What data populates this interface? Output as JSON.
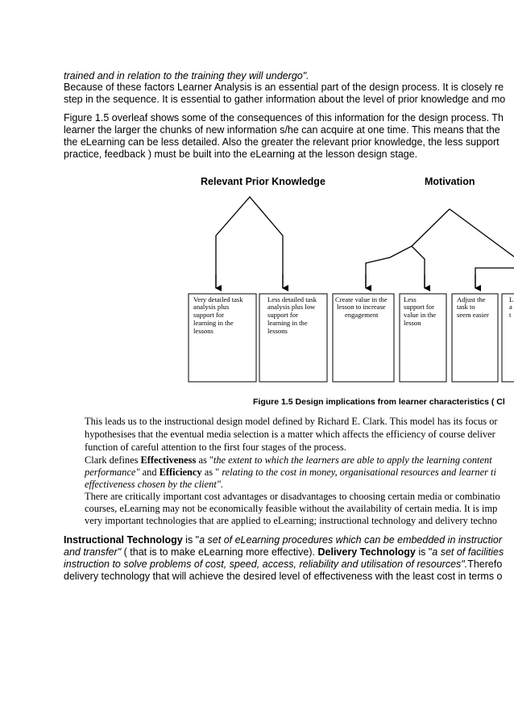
{
  "intro": {
    "l1": "trained and in relation to the training they will undergo\".",
    "l2": "Because of these factors Learner Analysis is an essential part of the design process. It is closely re",
    "l3": "step in the sequence. It is essential to gather information about the level of prior knowledge and mo"
  },
  "para2": {
    "l1": "Figure 1.5 overleaf shows some of the consequences of this information for the design process. Th",
    "l2": "learner the larger the chunks of new information s/he can acquire at one time. This means that the",
    "l3": "the eLearning can be less detailed.  Also the greater the relevant prior knowledge, the less support",
    "l4": "practice, feedback ) must be built into the eLearning at the lesson design stage."
  },
  "diagram": {
    "heading_left": "Relevant Prior Knowledge",
    "heading_right": "Motivation",
    "boxes": [
      [
        "Very detailed task",
        "analysis plus",
        "support for",
        "learning in the",
        "lessons"
      ],
      [
        "Less detailed task",
        "analysis plus low",
        "support for",
        "learning in the",
        "lessons"
      ],
      [
        "Create value in the",
        "lesson to increase",
        "engagement"
      ],
      [
        "Less",
        "support for",
        "value in the",
        "lesson"
      ],
      [
        "Adjust the",
        "task to",
        "seem easier"
      ],
      [
        "L",
        "a",
        "t"
      ]
    ],
    "caption": "Figure 1.5  Design implications from learner characteristics  ( Cl"
  },
  "clark": {
    "l1": "This leads us to the instructional design model defined by Richard E. Clark. This model has its focus or",
    "l2": "hypothesises that the eventual media selection is a matter which affects the efficiency of course deliver",
    "l3": "function of careful attention to the first four stages of the process.",
    "l4_a": "Clark defines ",
    "l4_b": "Effectiveness",
    "l4_c": " as \"",
    "l4_d": "the extent to which the learners are able to apply  the learning content",
    "l5_a": "performance\"",
    "l5_b": " and ",
    "l5_c": "Efficiency",
    "l5_d": " as \" ",
    "l5_e": "relating to the cost in money, organisational resources and learner ti",
    "l6": "effectiveness chosen by the client\".",
    "l7": "There are critically important cost advantages or disadvantages to choosing certain media or combinatio",
    "l8": "courses, eLearning may not be economically feasible without the availability of certain media. It is imp",
    "l9": "very important technologies that are applied to eLearning; instructional technology and delivery techno"
  },
  "final": {
    "l1_a": "Instructional Technology",
    "l1_b": " is \"",
    "l1_c": "a set of eLearning procedures which can be embedded in instructior",
    "l2_a": "and transfer\"",
    "l2_b": " ( that is to make eLearning more effective). ",
    "l2_c": "Delivery Technology",
    "l2_d": " is \"",
    "l2_e": "a set of facilities",
    "l3_a": "instruction to solve problems of cost, speed, access, reliability and utilisation of resources\".",
    "l3_b": "Therefo",
    "l4": "delivery technology that will achieve the desired level of effectiveness with the least cost in terms o"
  }
}
